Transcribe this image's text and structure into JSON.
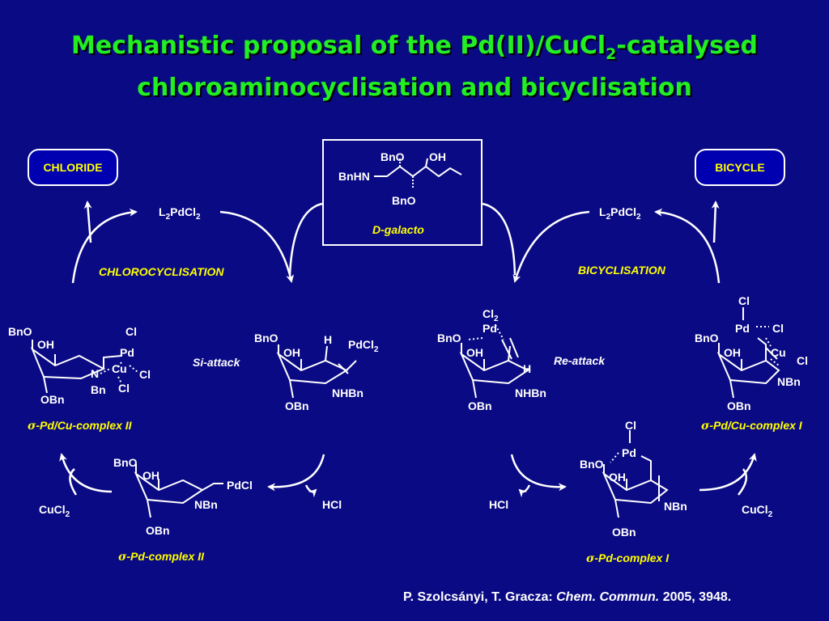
{
  "title": {
    "line1_pre": "Mechanistic proposal of the Pd(II)/CuCl",
    "line1_sub": "2",
    "line1_post": "-catalysed",
    "line2": "chloroaminocyclisation and bicyclisation"
  },
  "pills": {
    "left": "CHLORIDE",
    "right": "BICYCLE"
  },
  "cycles": {
    "left": "CHLOROCYCLISATION",
    "right": "BICYCLISATION"
  },
  "reagents": {
    "pd_left": "L",
    "pd_right": "L",
    "two": "2",
    "pdcl": "PdCl",
    "cucl": "CuCl",
    "hcl_left": "HCl",
    "hcl_right": "HCl"
  },
  "substrate": {
    "bno_top": "BnO",
    "oh_top": "OH",
    "bnhn": "BnHN",
    "bno_bottom": "BnO",
    "caption": "D-galacto"
  },
  "attacks": {
    "si": "Si-attack",
    "re": "Re-attack"
  },
  "complexes": {
    "sigma": "σ",
    "pdcu_ii": "-Pd/Cu-complex II",
    "pdcu_i": "-Pd/Cu-complex I",
    "pd_ii": "-Pd-complex II",
    "pd_i": "-Pd-complex I"
  },
  "atoms": {
    "bno": "BnO",
    "oh": "OH",
    "obn": "OBn",
    "cl": "Cl",
    "pd": "Pd",
    "cu": "Cu",
    "n": "N",
    "bn": "Bn",
    "h": "H",
    "nhbn": "NHBn",
    "nbn": "NBn",
    "pdcl2_text": "PdCl",
    "pdcl_text": "PdCl",
    "cl2_text": "Cl"
  },
  "citation": {
    "authors": "P. Szolcsányi, T. Gracza: ",
    "journal": "Chem. Commun.",
    "year_pages": " 2005, 3948."
  },
  "colors": {
    "background": "#0a0a84",
    "title": "#22ee22",
    "accent": "#ffff00"
  }
}
